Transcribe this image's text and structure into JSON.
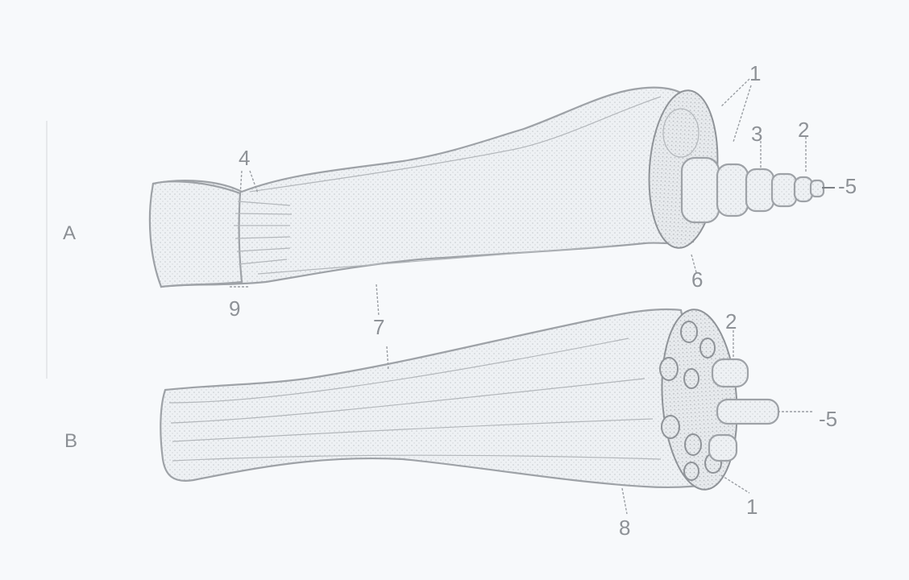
{
  "figure": {
    "panels": [
      {
        "id": "A",
        "label": "A"
      },
      {
        "id": "B",
        "label": "B"
      }
    ],
    "labels": {
      "a1": "1",
      "a2": "2",
      "a3": "3",
      "a4": "4",
      "a5": "-5",
      "a6": "6",
      "a7": "7",
      "a9": "9",
      "b1": "1",
      "b2": "2",
      "b5": "-5",
      "b8": "8"
    }
  }
}
